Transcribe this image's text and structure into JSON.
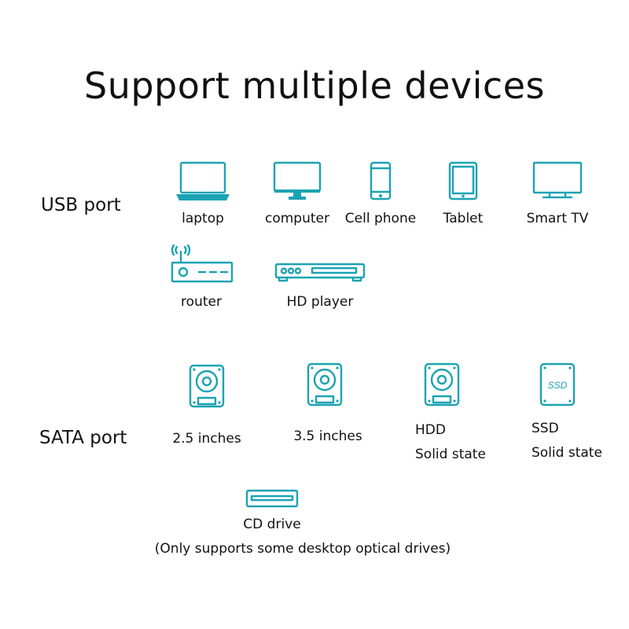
{
  "title": "Support multiple devices",
  "usb": {
    "label": "USB port",
    "devices": [
      {
        "name": "laptop",
        "icon": "laptop-icon"
      },
      {
        "name": "computer",
        "icon": "monitor-icon"
      },
      {
        "name": "Cell phone",
        "icon": "phone-icon"
      },
      {
        "name": "Tablet",
        "icon": "tablet-icon"
      },
      {
        "name": "Smart TV",
        "icon": "tv-icon"
      },
      {
        "name": "router",
        "icon": "router-icon"
      },
      {
        "name": "HD player",
        "icon": "hd-player-icon"
      }
    ]
  },
  "sata": {
    "label": "SATA port",
    "devices": [
      {
        "name": "2.5 inches",
        "icon": "hard-drive-icon"
      },
      {
        "name": "3.5 inches",
        "icon": "hard-drive-icon"
      },
      {
        "name": "HDD",
        "sub": "Solid state",
        "icon": "hard-drive-icon"
      },
      {
        "name": "SSD",
        "sub": "Solid state",
        "icon": "ssd-icon",
        "icon_text": "SSD"
      },
      {
        "name": "CD drive",
        "icon": "cd-drive-icon"
      }
    ],
    "note": "(Only supports some desktop optical drives)"
  },
  "accent_color": "#1ba3b3"
}
